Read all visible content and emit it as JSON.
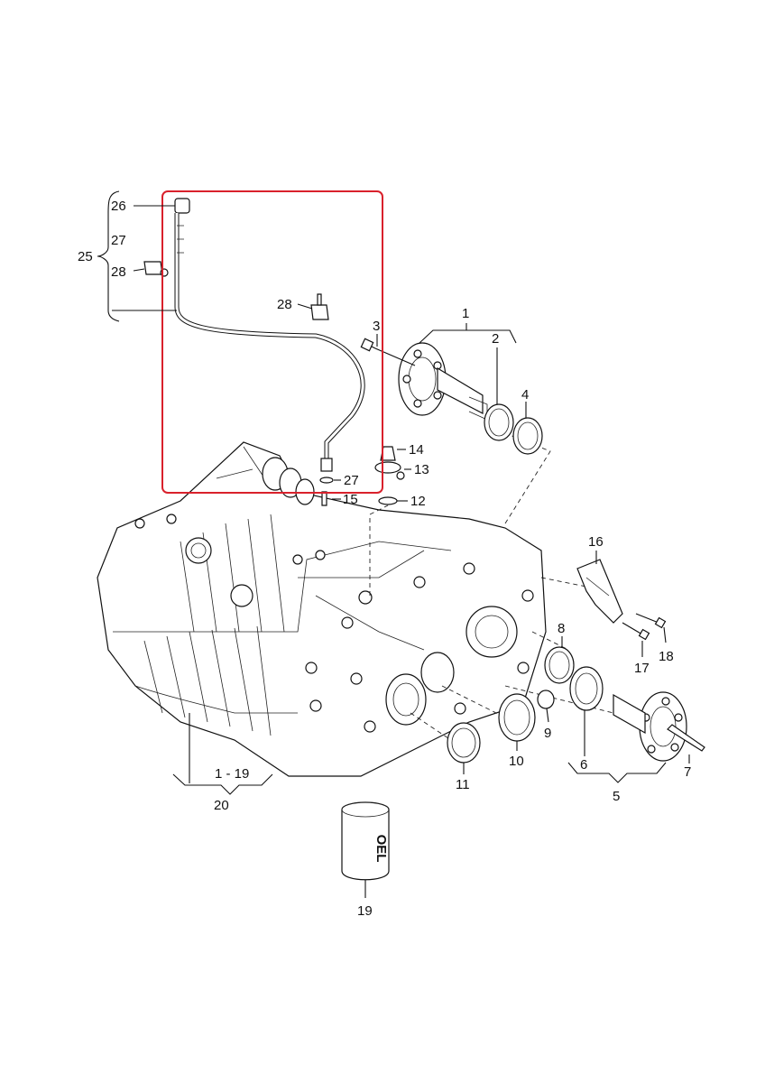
{
  "colors": {
    "background": "#ffffff",
    "line": "#111111",
    "highlight": "#d9212c"
  },
  "callouts": {
    "c1": "1",
    "c2": "2",
    "c3": "3",
    "c4": "4",
    "c5": "5",
    "c6": "6",
    "c7": "7",
    "c8": "8",
    "c9": "9",
    "c10": "10",
    "c11": "11",
    "c12": "12",
    "c13": "13",
    "c14": "14",
    "c15": "15",
    "c16": "16",
    "c17": "17",
    "c18": "18",
    "c19": "19",
    "c20": "20",
    "c25": "25",
    "c26": "26",
    "c27_group": "27",
    "c28_group": "28",
    "c28_line": "28",
    "c27_line": "27",
    "range_1_19": "1 - 19"
  },
  "filter_marking": "OEL"
}
